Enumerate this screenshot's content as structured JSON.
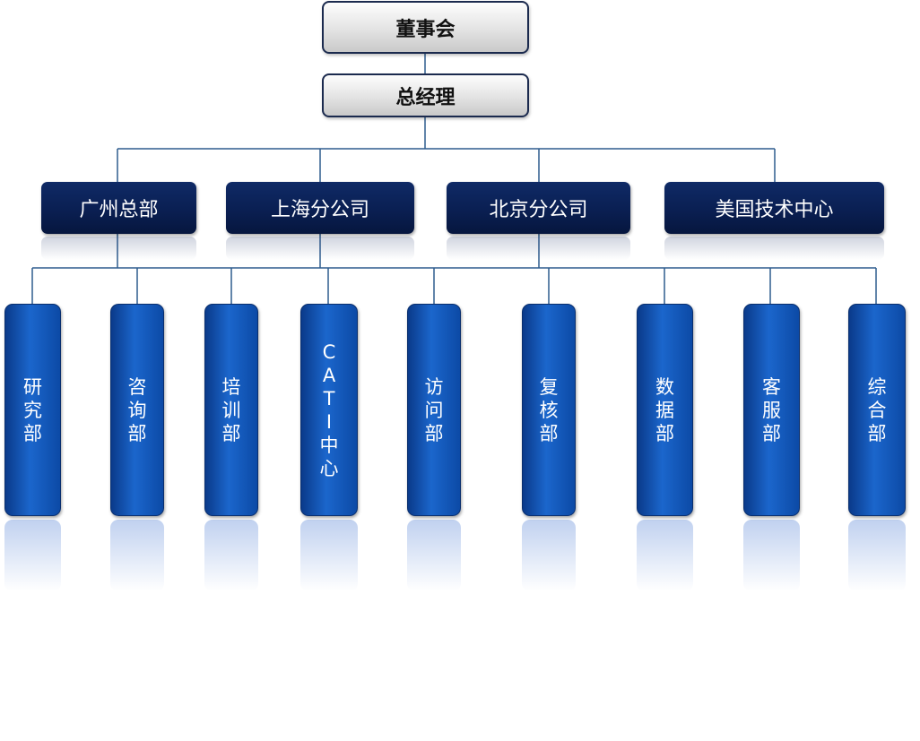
{
  "org_chart": {
    "board": "董事会",
    "general_manager": "总经理",
    "branches": [
      "广州总部",
      "上海分公司",
      "北京分公司",
      "美国技术中心"
    ],
    "departments": [
      "研究部",
      "咨询部",
      "培训部",
      "CATI中心",
      "访问部",
      "复核部",
      "数据部",
      "客服部",
      "综合部"
    ]
  },
  "colors": {
    "connector": "#2e5c8e",
    "gray_box_border": "#1b2a4e",
    "branch_box": "#0a1f52",
    "department_box": "#1b66cc"
  }
}
